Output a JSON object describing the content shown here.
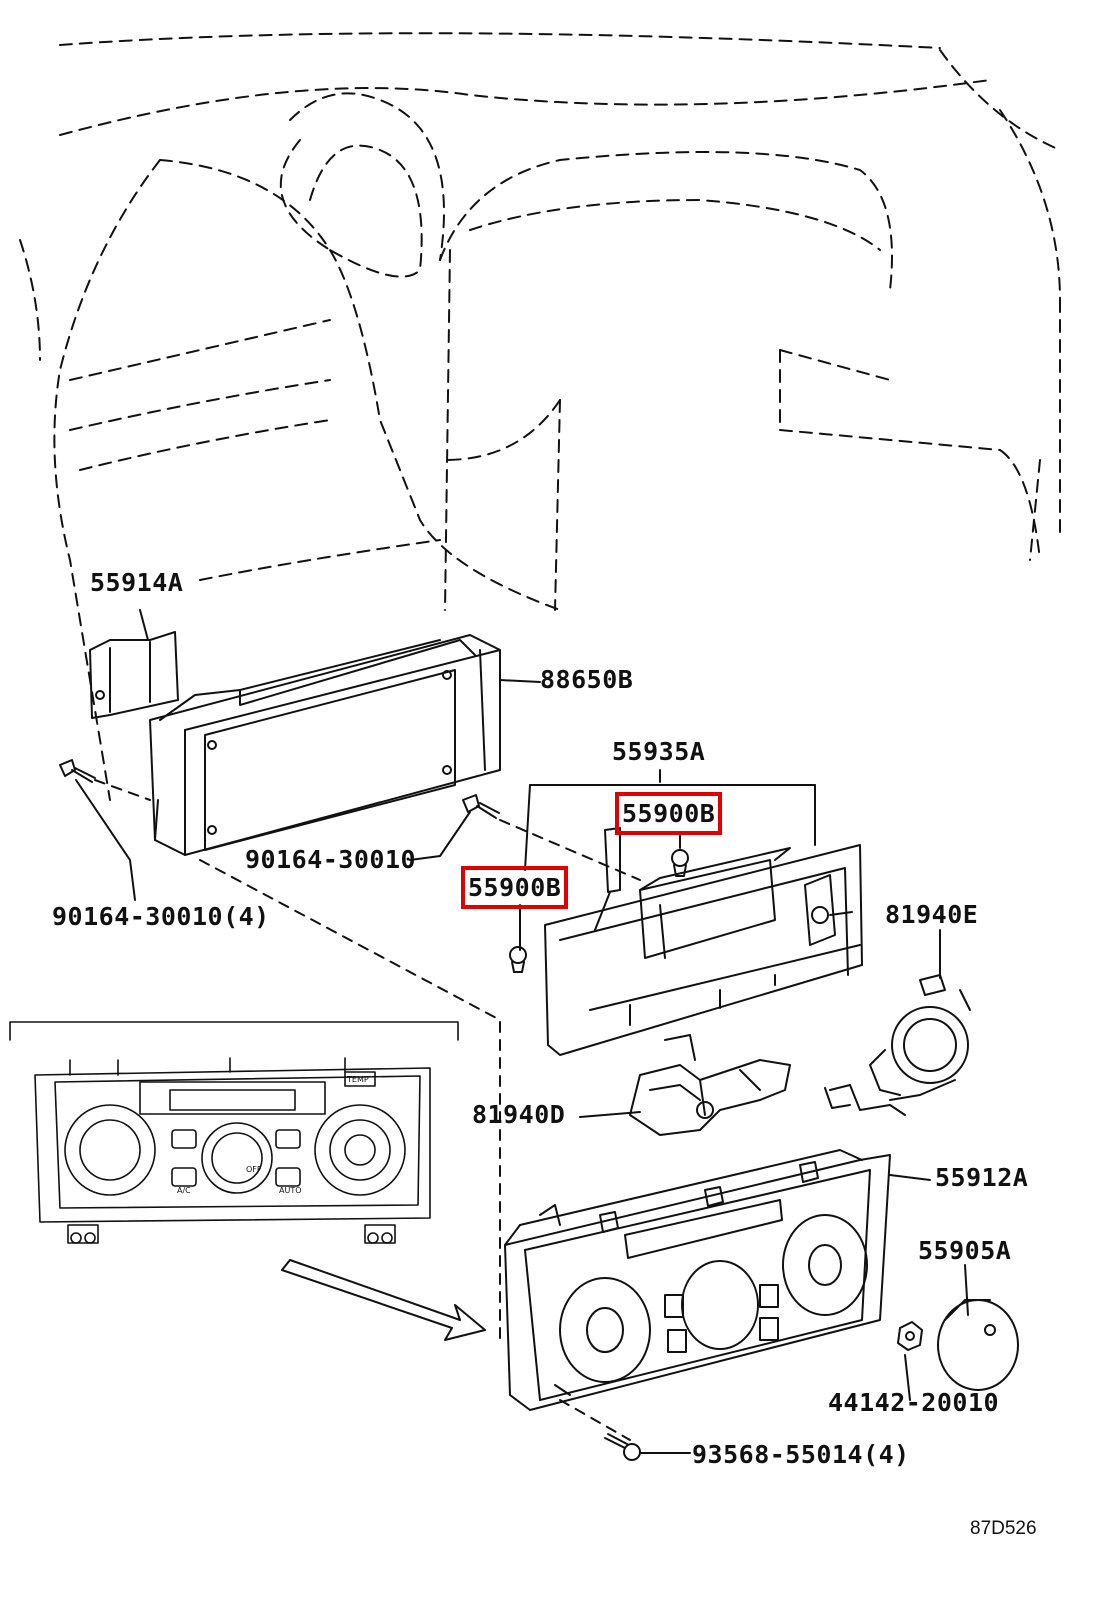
{
  "labels": {
    "p55914A": "55914A",
    "p88650B": "88650B",
    "p55935A": "55935A",
    "p55900B_top": "55900B",
    "p55900B_left": "55900B",
    "p90164_single": "90164-30010",
    "p90164_qty": "90164-30010(4)",
    "p81940E": "81940E",
    "p81940D": "81940D",
    "p55912A": "55912A",
    "p55905A": "55905A",
    "p44142": "44142-20010",
    "p93568": "93568-55014(4)",
    "figure_code": "87D526"
  },
  "panel_text": {
    "temp": "TEMP",
    "off": "OFF",
    "ac": "A/C",
    "auto": "AUTO"
  },
  "highlight_color": "#e00000"
}
